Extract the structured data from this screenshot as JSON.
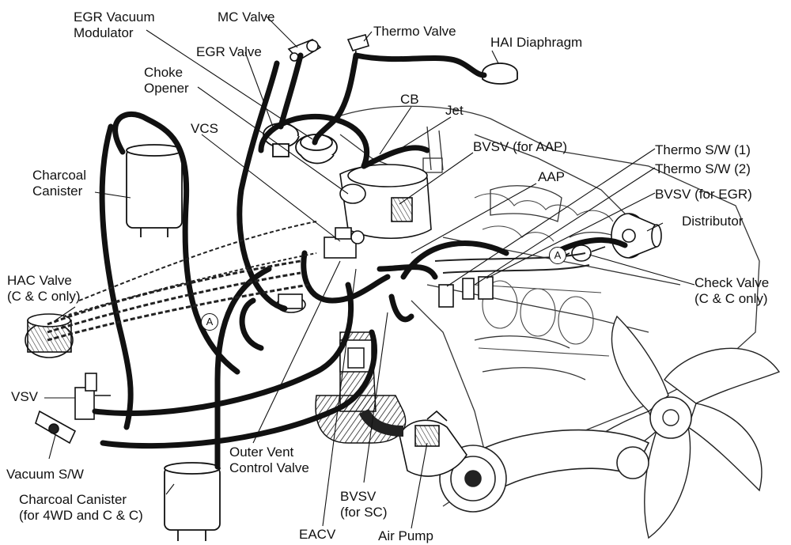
{
  "labels": {
    "egr_vacuum_modulator": "EGR Vacuum\nModulator",
    "mc_valve": "MC Valve",
    "thermo_valve": "Thermo Valve",
    "hai_diaphragm": "HAI Diaphragm",
    "egr_valve": "EGR Valve",
    "choke_opener": "Choke\nOpener",
    "cb": "CB",
    "jet": "Jet",
    "vcs": "VCS",
    "bvsv_aap": "BVSV (for AAP)",
    "thermo_sw_1": "Thermo S/W (1)",
    "thermo_sw_2": "Thermo S/W (2)",
    "aap": "AAP",
    "bvsv_egr": "BVSV (for EGR)",
    "charcoal_canister": "Charcoal\nCanister",
    "distributor": "Distributor",
    "hac_valve": "HAC Valve\n(C & C only)",
    "check_valve": "Check Valve\n(C & C only)",
    "vsv": "VSV",
    "vacuum_sw": "Vacuum S/W",
    "outer_vent_control_valve": "Outer Vent\nControl Valve",
    "charcoal_canister_4wd": "Charcoal Canister\n(for 4WD and C & C)",
    "bvsv_sc": "BVSV\n(for SC)",
    "eacv": "EACV",
    "air_pump": "Air Pump"
  },
  "markers": {
    "a_left": "A",
    "a_right": "A"
  }
}
